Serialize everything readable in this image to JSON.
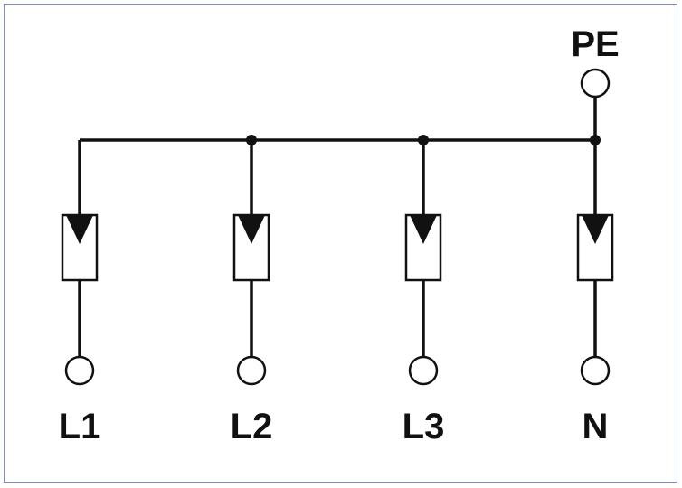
{
  "diagram": {
    "colors": {
      "line": "#111111",
      "frame_border": "#7a8fc4",
      "background": "#ffffff"
    },
    "terminals": {
      "pe": "PE",
      "l1": "L1",
      "l2": "L2",
      "l3": "L3",
      "n": "N"
    }
  }
}
